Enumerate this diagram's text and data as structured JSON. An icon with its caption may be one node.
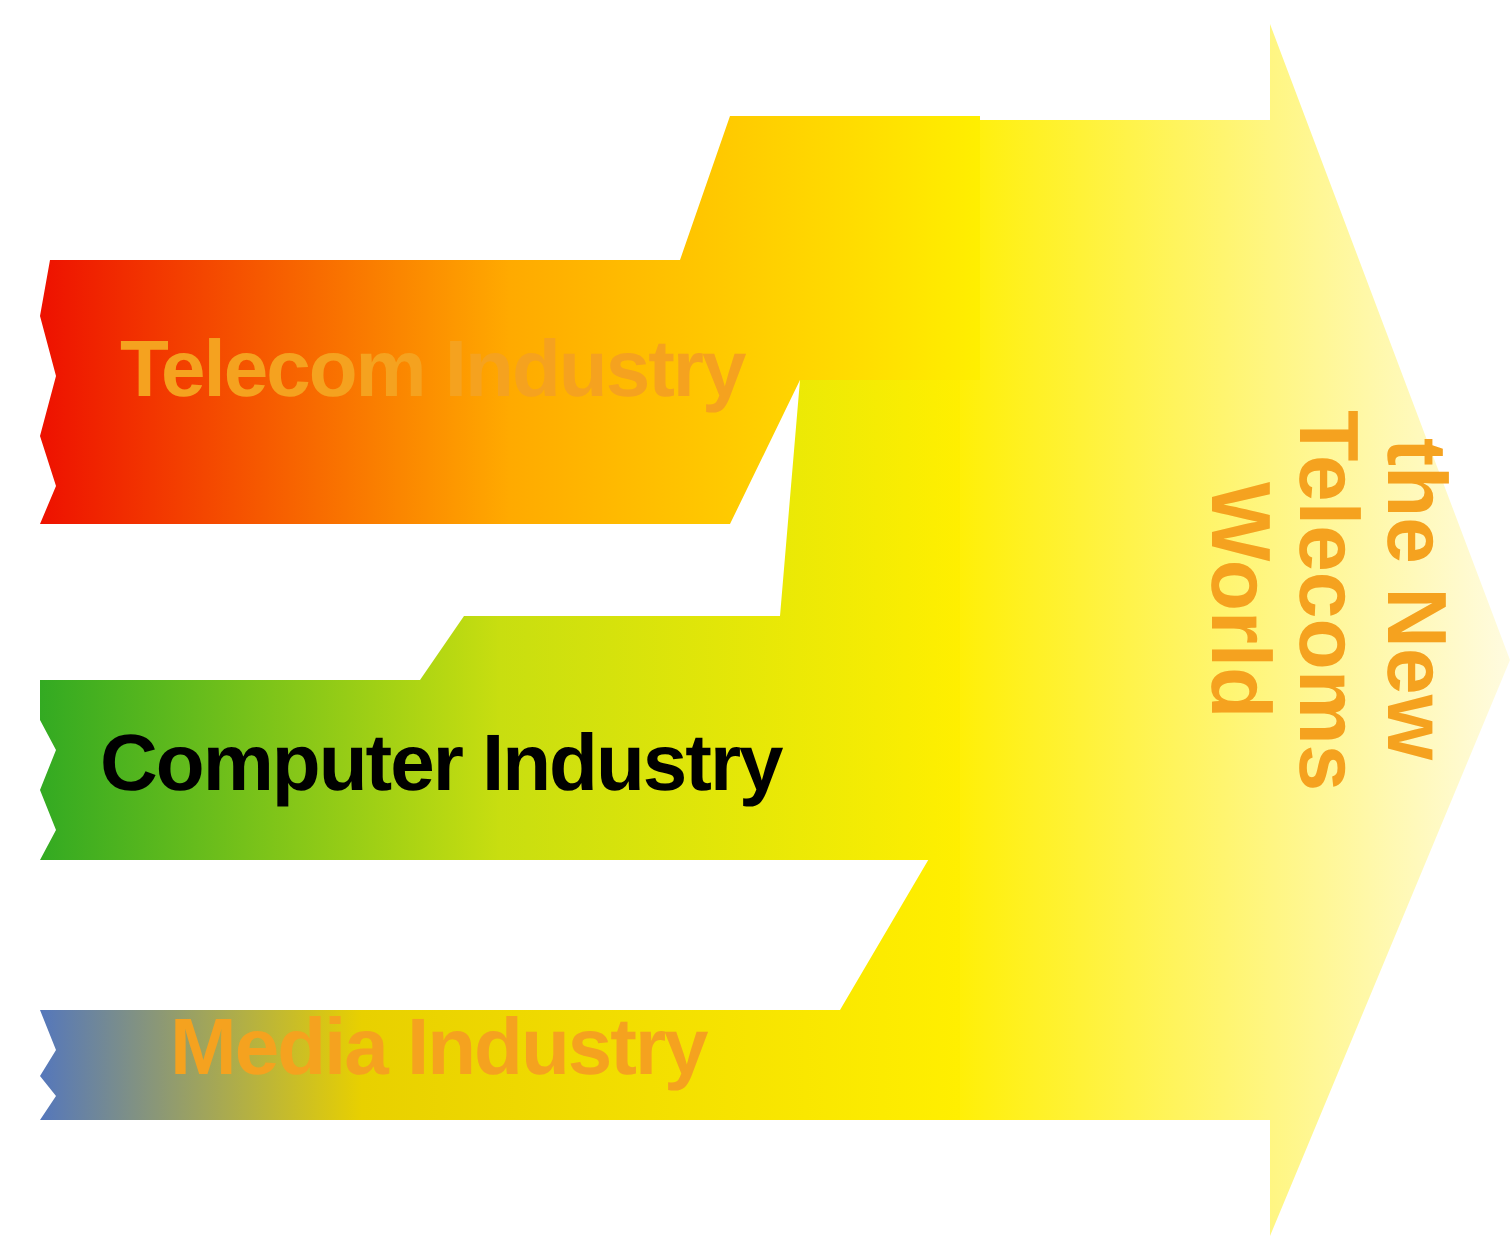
{
  "diagram": {
    "nodes": [
      {
        "text": [
          "Telecom Industry"
        ]
      },
      {
        "text": [
          "Computer Industry"
        ]
      },
      {
        "text": [
          "Media Industry"
        ]
      },
      {
        "text": [
          "the New Telecoms World"
        ]
      }
    ]
  }
}
